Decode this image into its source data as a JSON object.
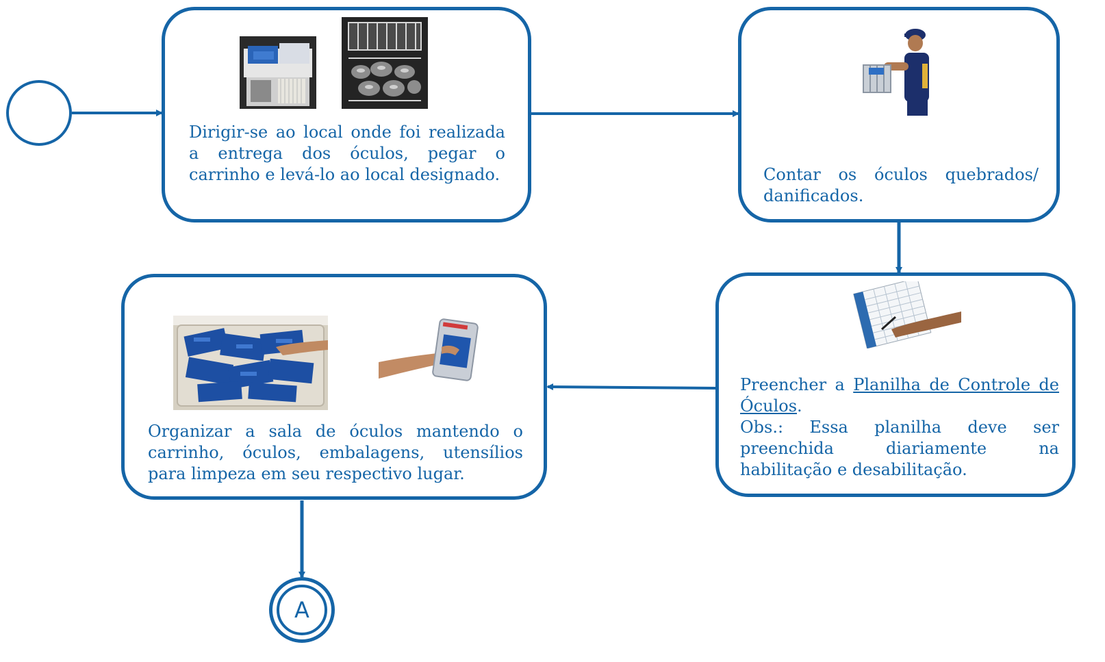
{
  "colors": {
    "primary": "#1565a7"
  },
  "steps": [
    {
      "id": "step-1",
      "text": "Dirigir-se ao local onde foi realizada a entrega dos óculos, pegar o carrinho e levá-lo ao local designado.",
      "images": [
        "cart-with-glasses-photo",
        "rack-with-glasses-photo"
      ]
    },
    {
      "id": "step-2",
      "text": "Contar os óculos quebrados/ danificados.",
      "images": [
        "worker-counting-glasses-photo"
      ]
    },
    {
      "id": "step-3",
      "text_before": "Preencher a ",
      "link": "Planilha de Controle de Óculos",
      "text_after": ".",
      "note": "Obs.: Essa planilha deve ser preenchida diariamente na habilitação e desabilitação.",
      "images": [
        "filling-spreadsheet-photo"
      ]
    },
    {
      "id": "step-4",
      "text": "Organizar a sala de óculos mantendo o carrinho, óculos, embalagens, utensílios para limpeza em seu respectivo lugar.",
      "images": [
        "bin-with-glasses-photo",
        "hand-holding-glasses-package-photo"
      ]
    }
  ],
  "connector": {
    "label": "A"
  }
}
